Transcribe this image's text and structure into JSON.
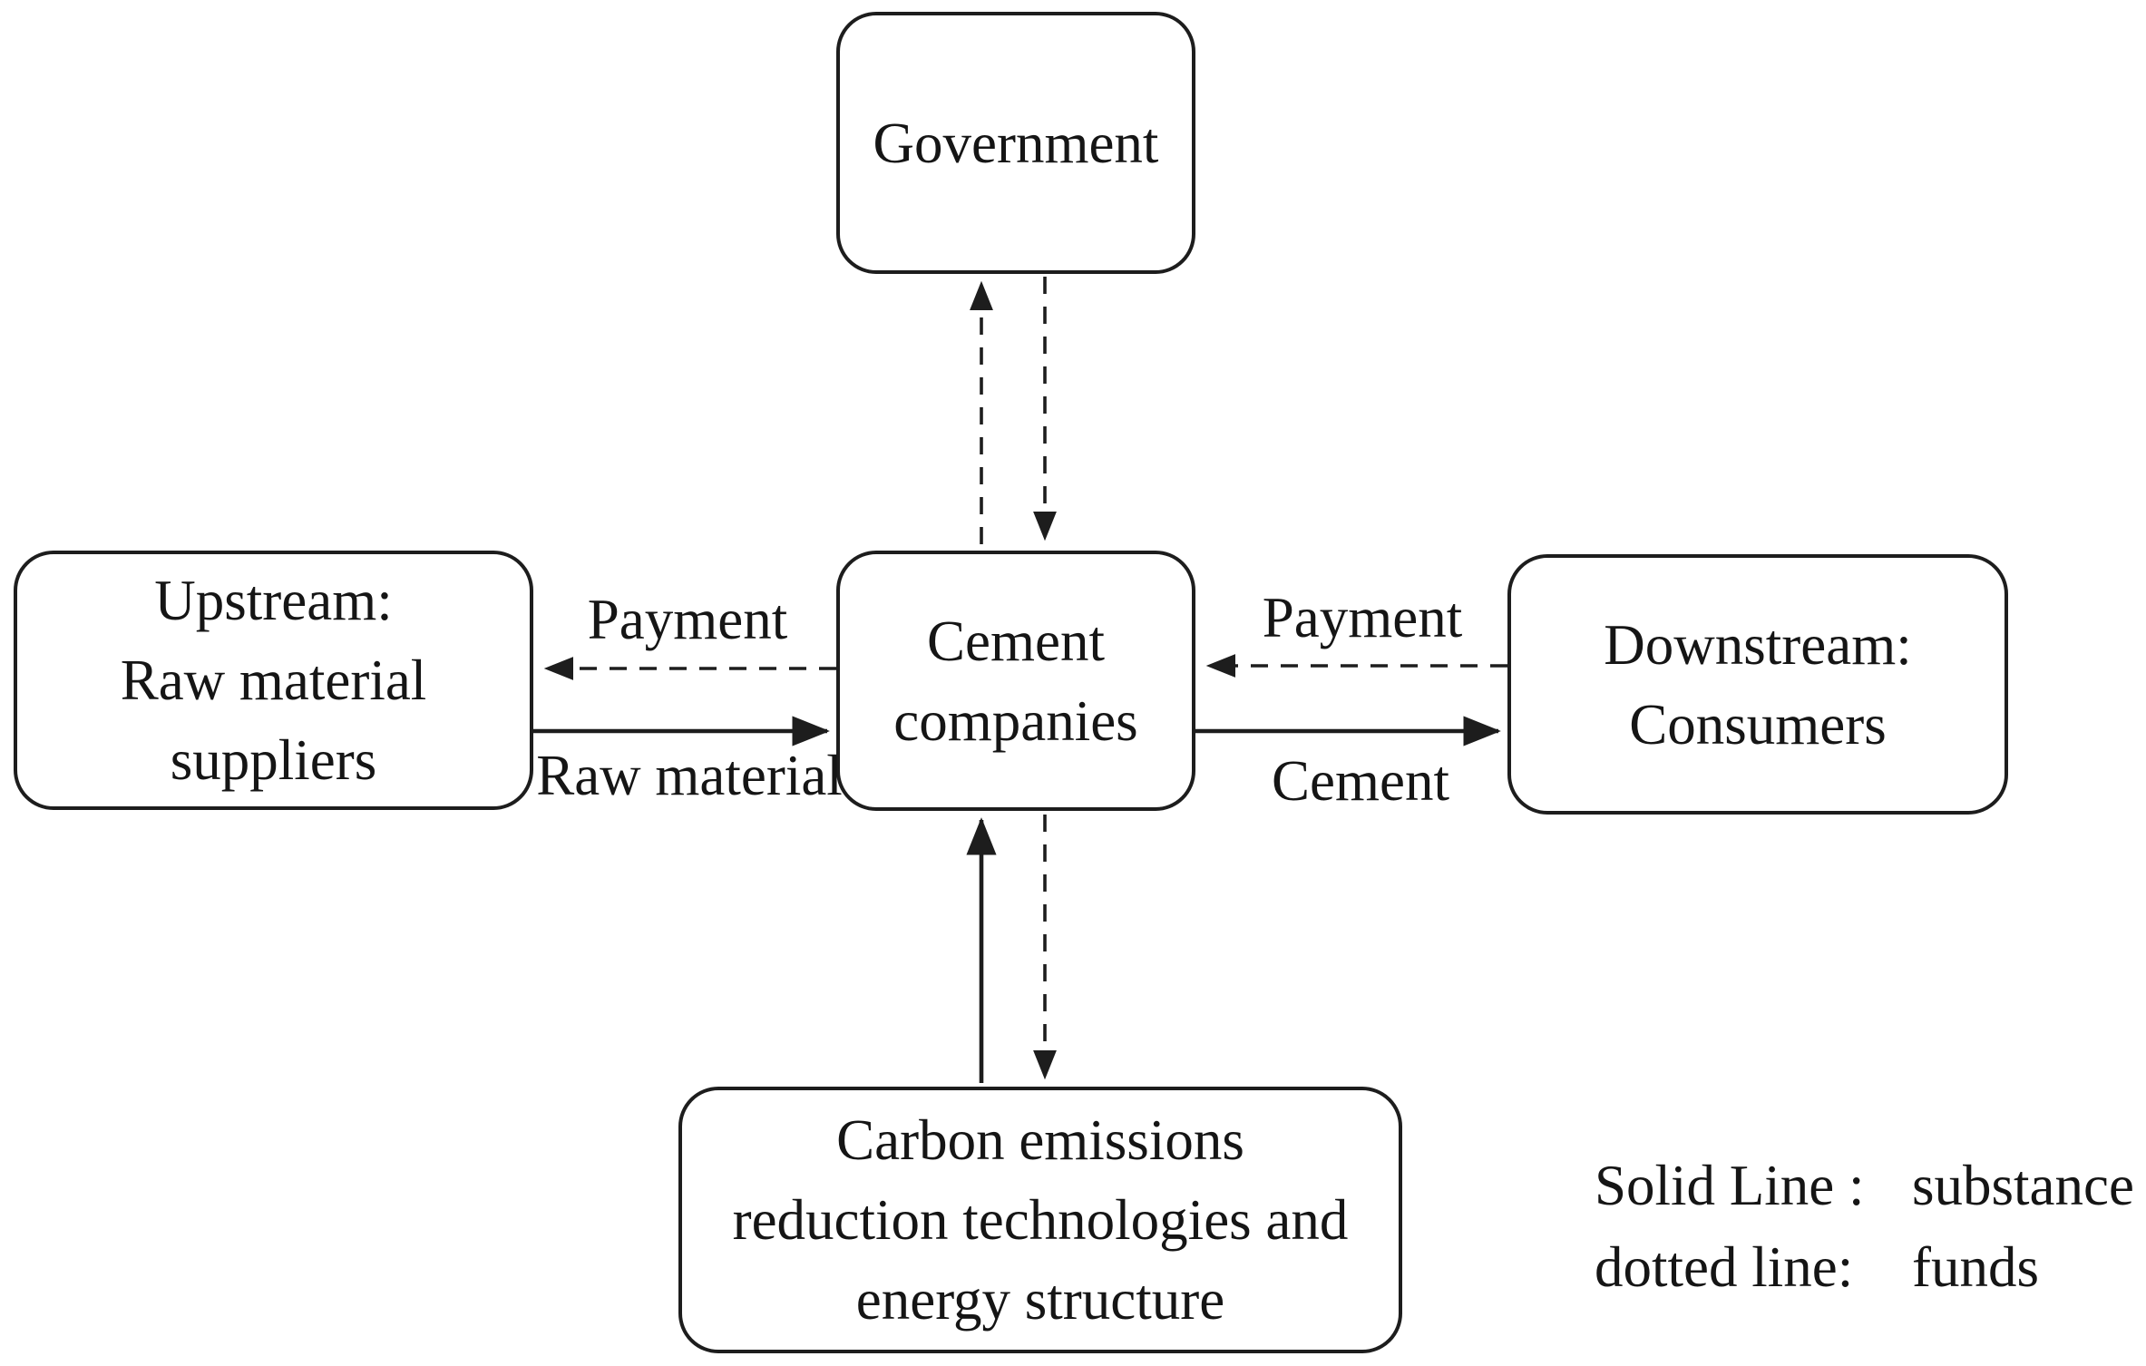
{
  "diagram": {
    "nodes": {
      "government": {
        "label": "Government"
      },
      "upstream": {
        "label": "Upstream:\nRaw material\nsuppliers"
      },
      "cement": {
        "label": "Cement\ncompanies"
      },
      "downstream": {
        "label": "Downstream:\nConsumers"
      },
      "carbon": {
        "label": "Carbon emissions\nreduction technologies and\nenergy structure"
      }
    },
    "edges": [
      {
        "from": "cement",
        "to": "government",
        "style": "dashed",
        "meaning": "funds",
        "label": ""
      },
      {
        "from": "government",
        "to": "cement",
        "style": "dashed",
        "meaning": "funds",
        "label": ""
      },
      {
        "from": "carbon",
        "to": "cement",
        "style": "solid",
        "meaning": "substance",
        "label": ""
      },
      {
        "from": "cement",
        "to": "carbon",
        "style": "dashed",
        "meaning": "funds",
        "label": ""
      },
      {
        "from": "cement",
        "to": "upstream",
        "style": "dashed",
        "meaning": "funds",
        "label": "Payment"
      },
      {
        "from": "upstream",
        "to": "cement",
        "style": "solid",
        "meaning": "substance",
        "label": "Raw material"
      },
      {
        "from": "downstream",
        "to": "cement",
        "style": "dashed",
        "meaning": "funds",
        "label": "Payment"
      },
      {
        "from": "cement",
        "to": "downstream",
        "style": "solid",
        "meaning": "substance",
        "label": "Cement"
      }
    ]
  },
  "legend": {
    "rows": [
      {
        "term": "Solid Line :",
        "value": "substance"
      },
      {
        "term": "dotted line:",
        "value": "funds"
      }
    ]
  },
  "colors": {
    "line": "#1d1d1d",
    "text": "#151515",
    "background": "#ffffff"
  }
}
